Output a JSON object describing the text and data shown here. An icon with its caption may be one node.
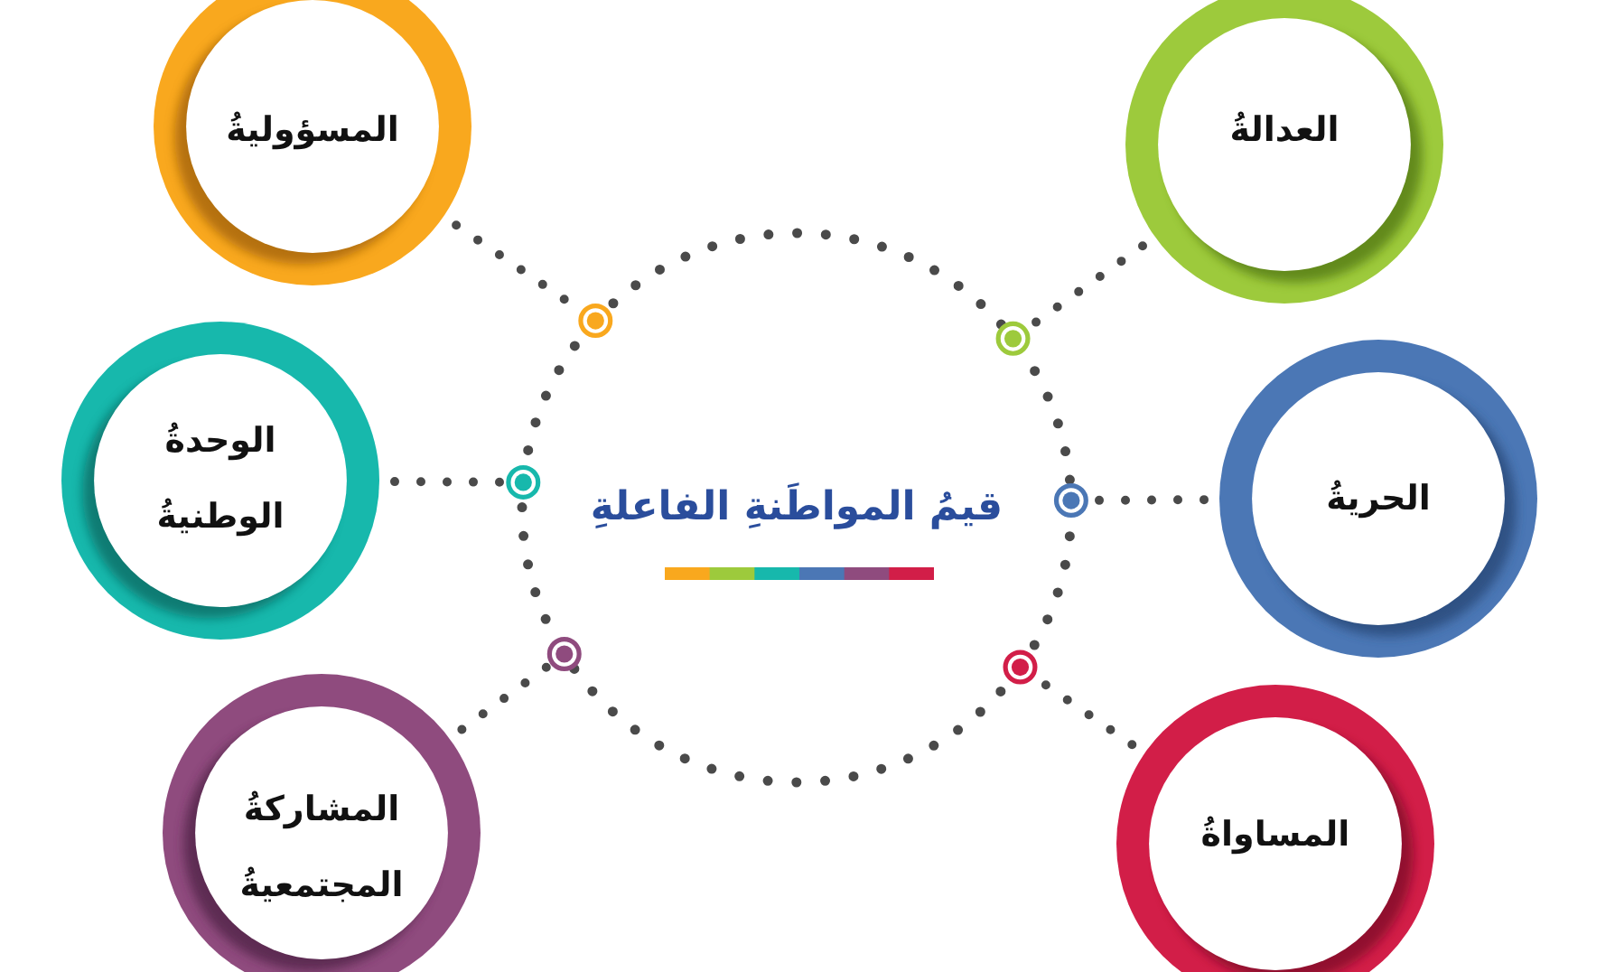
{
  "diagram": {
    "nodes": [
      {
        "text": [
          "قيمُ المواطَنةِ الفاعلةِ"
        ]
      },
      {
        "text": [
          "العدالةُ"
        ]
      },
      {
        "text": [
          "المسؤوليةُ"
        ]
      },
      {
        "text": [
          "الحريةُ"
        ]
      },
      {
        "text": [
          "الوحدةُ الوطنيةُ"
        ]
      },
      {
        "text": [
          "المساواةُ"
        ]
      },
      {
        "text": [
          "المشاركةُ المجتمعيةُ"
        ]
      }
    ],
    "edges": [
      {
        "from": 1,
        "to": 0,
        "arrow": "other"
      },
      {
        "from": 2,
        "to": 0,
        "arrow": "other"
      },
      {
        "from": 3,
        "to": 0,
        "arrow": "other"
      },
      {
        "from": 4,
        "to": 0,
        "arrow": "other"
      },
      {
        "from": 5,
        "to": 0,
        "arrow": "other"
      },
      {
        "from": 6,
        "to": 0,
        "arrow": "other"
      }
    ]
  }
}
